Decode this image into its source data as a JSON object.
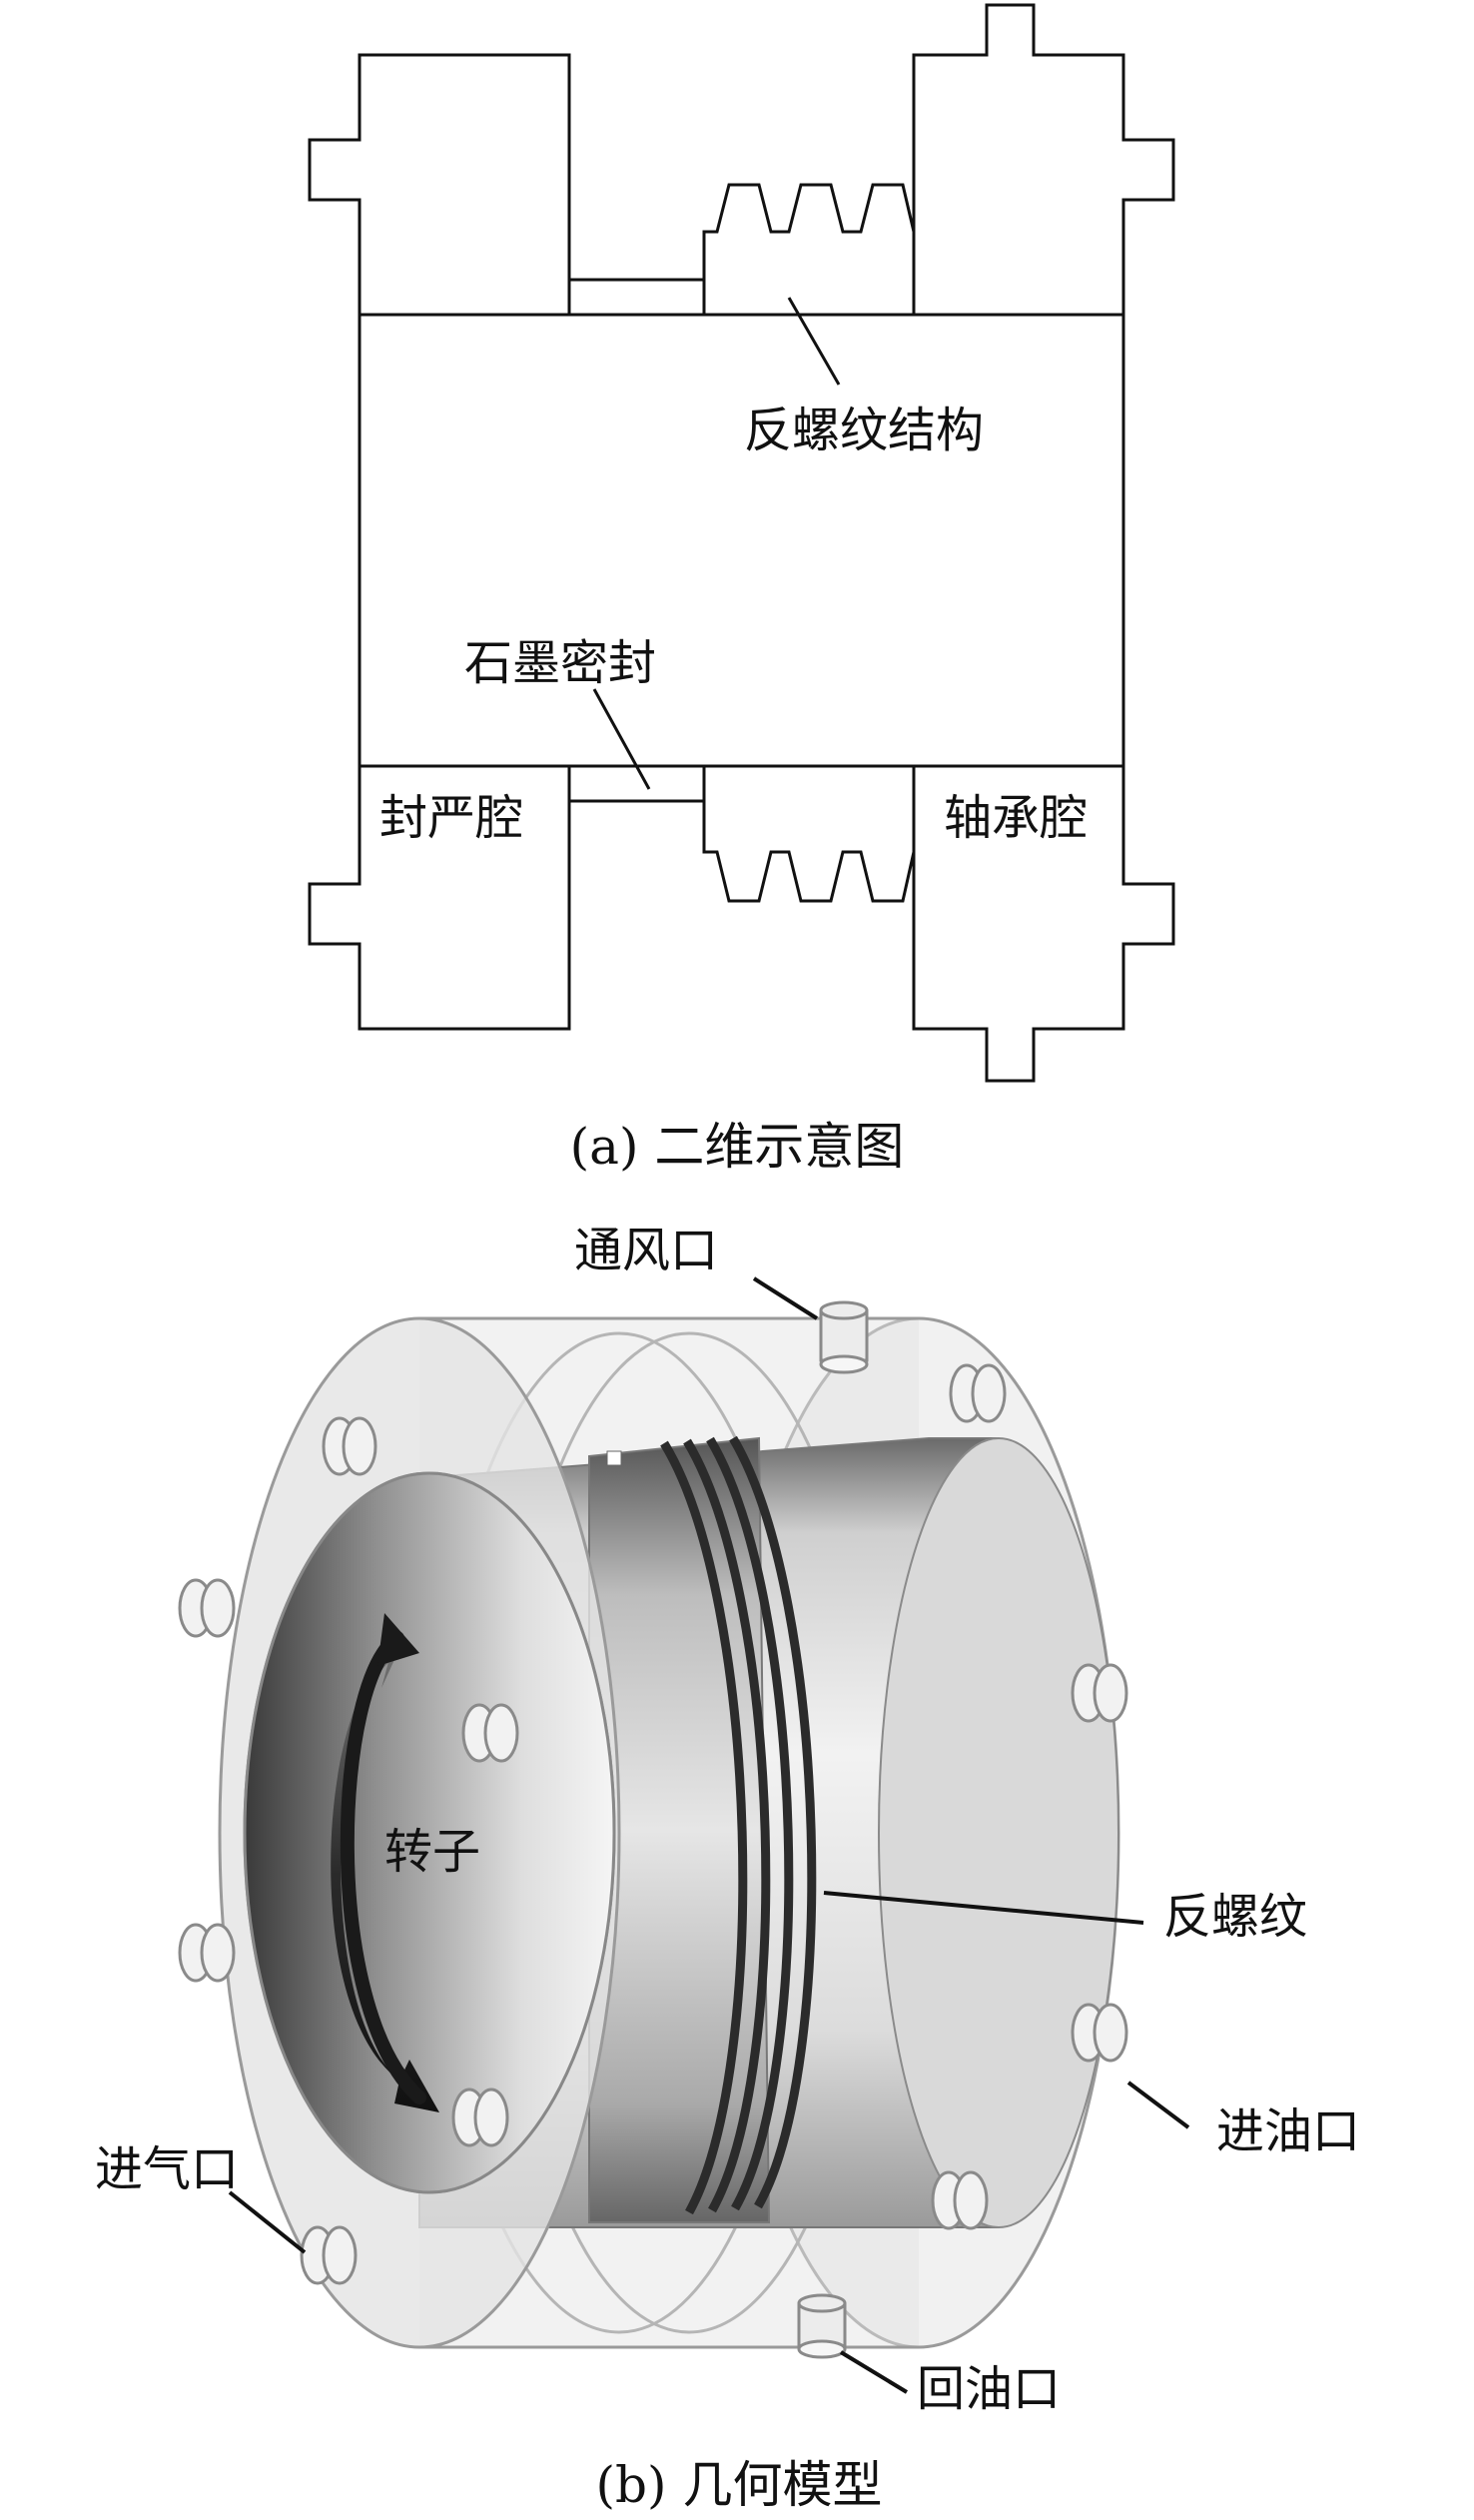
{
  "figure_a": {
    "caption": "(a) 二维示意图",
    "labels": {
      "reverse_thread_structure": "反螺纹结构",
      "graphite_seal": "石墨密封",
      "seal_cavity": "封严腔",
      "bearing_cavity": "轴承腔"
    }
  },
  "figure_b": {
    "caption": "(b) 几何模型",
    "labels": {
      "vent_port": "通风口",
      "rotor": "转子",
      "reverse_thread": "反螺纹",
      "air_inlet": "进气口",
      "oil_inlet": "进油口",
      "oil_return": "回油口"
    }
  }
}
